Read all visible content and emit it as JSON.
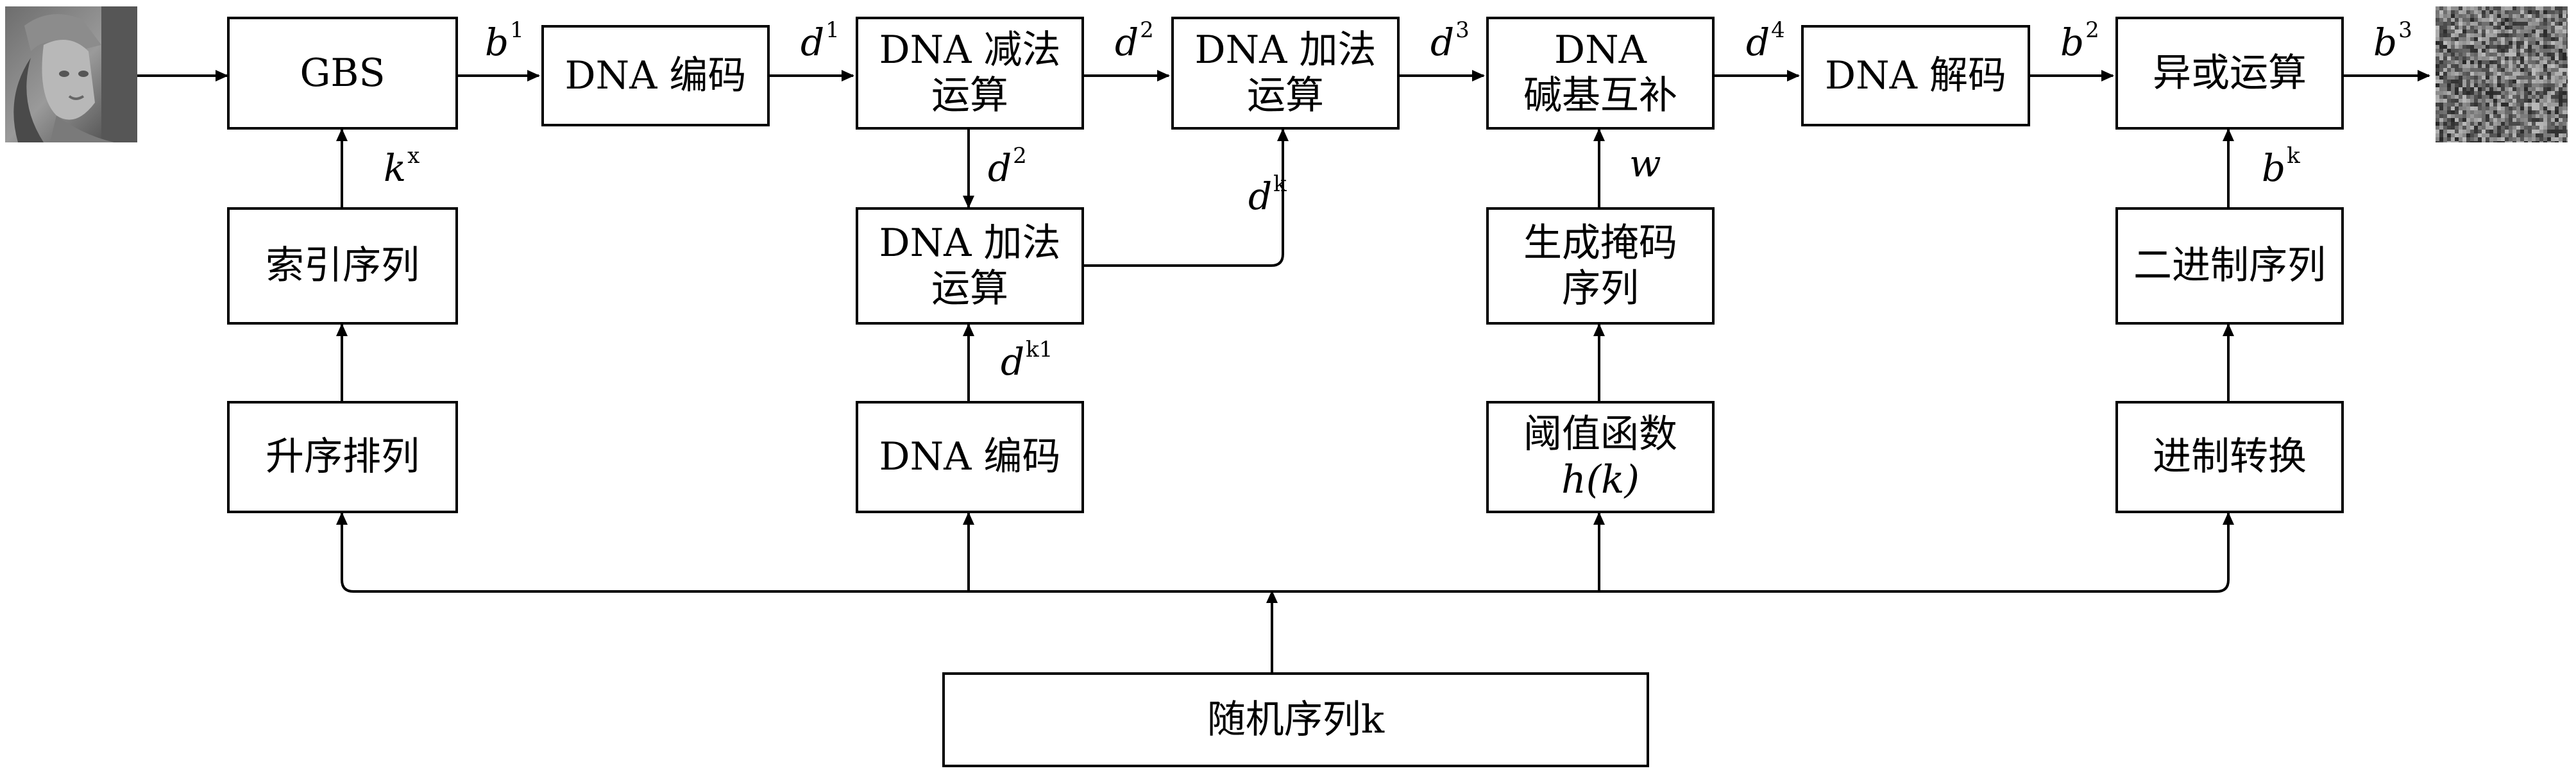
{
  "boxes": {
    "gbs": "GBS",
    "dna_encode_top": "DNA 编码",
    "dna_sub": [
      "DNA 减法",
      "运算"
    ],
    "dna_add_top": [
      "DNA 加法",
      "运算"
    ],
    "dna_complement": [
      "DNA",
      "碱基互补"
    ],
    "dna_decode": "DNA 解码",
    "xor": "异或运算",
    "index_seq": "索引序列",
    "asc_sort": "升序排列",
    "dna_add_mid": [
      "DNA 加法",
      "运算"
    ],
    "dna_encode_bottom": "DNA 编码",
    "mask_seq": [
      "生成掩码",
      "序列"
    ],
    "threshold": [
      "阈值函数",
      "h(k)"
    ],
    "binary_seq": "二进制序列",
    "base_convert": "进制转换",
    "random_seq": "随机序列k"
  },
  "labels": {
    "b1": {
      "base": "b",
      "sup": "1"
    },
    "d1": {
      "base": "d",
      "sup": "1"
    },
    "d2_top": {
      "base": "d",
      "sup": "2"
    },
    "d3": {
      "base": "d",
      "sup": "3"
    },
    "d4": {
      "base": "d",
      "sup": "4"
    },
    "b2": {
      "base": "b",
      "sup": "2"
    },
    "b3": {
      "base": "b",
      "sup": "3"
    },
    "kx": {
      "base": "k",
      "sup": "x"
    },
    "d2_mid": {
      "base": "d",
      "sup": "2"
    },
    "dk": {
      "base": "d",
      "sup": "k"
    },
    "dk1": {
      "base": "d",
      "sup": "k1"
    },
    "w": {
      "base": "w",
      "sup": ""
    },
    "bk": {
      "base": "b",
      "sup": "k"
    }
  },
  "images": {
    "input_image": "lena-portrait",
    "output_image": "encrypted-noise"
  }
}
